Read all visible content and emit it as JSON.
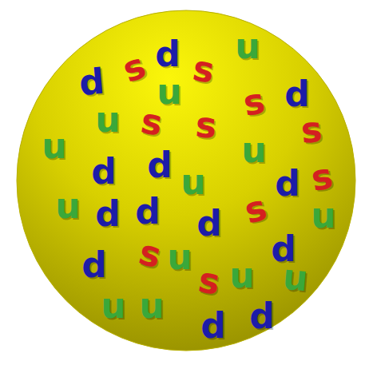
{
  "diagram": {
    "nodes": [
      {
        "text": [
          "d",
          "s",
          "d",
          "s",
          "u",
          "u",
          "s",
          "d",
          "u",
          "s",
          "s",
          "s",
          "u",
          "d",
          "d",
          "u",
          "u",
          "d",
          "s",
          "u",
          "d",
          "d",
          "d",
          "s",
          "u",
          "d",
          "d",
          "s",
          "u",
          "s",
          "u",
          "u",
          "u",
          "u",
          "d",
          "d"
        ]
      }
    ]
  }
}
